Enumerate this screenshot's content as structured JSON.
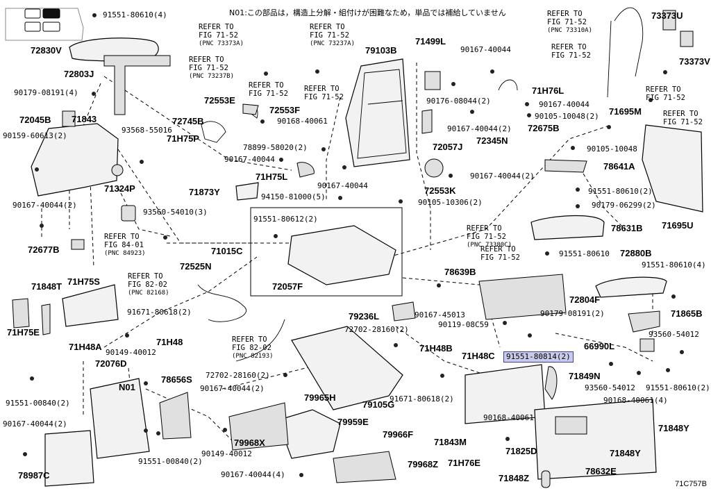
{
  "note": "N01:この部品は，構造上分解・組付けが困難なため，単品では補給していません",
  "figure_code": "71C757B",
  "highlight_color": "#c9cbe8",
  "labels": [
    {
      "id": "a91551-80610-4-top",
      "text": "91551-80610(4)"
    },
    {
      "id": "a72830V",
      "text": "72830V",
      "big": true
    },
    {
      "id": "a72803J",
      "text": "72803J",
      "big": true
    },
    {
      "id": "a90179-08191-4",
      "text": "90179-08191(4)"
    },
    {
      "id": "a72045B",
      "text": "72045B",
      "big": true
    },
    {
      "id": "a71843",
      "text": "71843",
      "big": true
    },
    {
      "id": "a90159-60613-2",
      "text": "90159-60613(2)"
    },
    {
      "id": "a93568-55016",
      "text": "93568-55016"
    },
    {
      "id": "a71324P",
      "text": "71324P",
      "big": true
    },
    {
      "id": "a90167-40044-2-left",
      "text": "90167-40044(2)"
    },
    {
      "id": "a93560-54010-3",
      "text": "93560-54010(3)"
    },
    {
      "id": "a72677B",
      "text": "72677B",
      "big": true
    },
    {
      "id": "a71848T",
      "text": "71848T",
      "big": true
    },
    {
      "id": "a71H75S",
      "text": "71H75S",
      "big": true
    },
    {
      "id": "a71H75E",
      "text": "71H75E",
      "big": true
    },
    {
      "id": "a91671-80618-2-left",
      "text": "91671-80618(2)"
    },
    {
      "id": "a71H48A",
      "text": "71H48A",
      "big": true
    },
    {
      "id": "a71H48-left",
      "text": "71H48",
      "big": true
    },
    {
      "id": "a90149-40012-top",
      "text": "90149-40012"
    },
    {
      "id": "a72076D",
      "text": "72076D",
      "big": true
    },
    {
      "id": "a91551-00840-2-left",
      "text": "91551-00840(2)"
    },
    {
      "id": "a90167-40044-2-bl",
      "text": "90167-40044(2)"
    },
    {
      "id": "a78987C",
      "text": "78987C",
      "big": true
    },
    {
      "id": "aN01",
      "text": "N01",
      "big": true
    },
    {
      "id": "a78656S",
      "text": "78656S",
      "big": true
    },
    {
      "id": "a90167-40044-2-mid",
      "text": "90167-40044(2)"
    },
    {
      "id": "a91551-00840-2-bot",
      "text": "91551-00840(2)"
    },
    {
      "id": "a90149-40012-bot",
      "text": "90149-40012"
    },
    {
      "id": "a79968X",
      "text": "79968X",
      "big": true
    },
    {
      "id": "a72702-28160-2-left",
      "text": "72702-28160(2)"
    },
    {
      "id": "a79965H",
      "text": "79965H",
      "big": true
    },
    {
      "id": "a79959E",
      "text": "79959E",
      "big": true
    },
    {
      "id": "a90167-40044-4",
      "text": "90167-40044(4)"
    },
    {
      "id": "a79966F",
      "text": "79966F",
      "big": true
    },
    {
      "id": "a79968Z",
      "text": "79968Z",
      "big": true
    },
    {
      "id": "a72553E",
      "text": "72553E",
      "big": true
    },
    {
      "id": "a72553F",
      "text": "72553F",
      "big": true
    },
    {
      "id": "a90168-40061",
      "text": "90168-40061"
    },
    {
      "id": "a72745B",
      "text": "72745B",
      "big": true
    },
    {
      "id": "a71H75P",
      "text": "71H75P",
      "big": true
    },
    {
      "id": "a78899-58020-2",
      "text": "78899-58020(2)"
    },
    {
      "id": "a90167-40044-c1",
      "text": "90167-40044"
    },
    {
      "id": "a71H75L",
      "text": "71H75L",
      "big": true
    },
    {
      "id": "a90167-40044-c2",
      "text": "90167-40044"
    },
    {
      "id": "a71873Y",
      "text": "71873Y",
      "big": true
    },
    {
      "id": "a94150-81000-5",
      "text": "94150-81000(5)"
    },
    {
      "id": "a91551-80612-2",
      "text": "91551-80612(2)"
    },
    {
      "id": "a71015C",
      "text": "71015C",
      "big": true
    },
    {
      "id": "a72525N",
      "text": "72525N",
      "big": true
    },
    {
      "id": "a72057F",
      "text": "72057F",
      "big": true
    },
    {
      "id": "a79103B",
      "text": "79103B",
      "big": true
    },
    {
      "id": "a71499L",
      "text": "71499L",
      "big": true
    },
    {
      "id": "a90167-40044-r1",
      "text": "90167-40044"
    },
    {
      "id": "a90176-08044-2",
      "text": "90176-08044(2)"
    },
    {
      "id": "a71H76L",
      "text": "71H76L",
      "big": true
    },
    {
      "id": "a90167-40044-r2",
      "text": "90167-40044"
    },
    {
      "id": "a90167-40044-2-r",
      "text": "90167-40044(2)"
    },
    {
      "id": "a72057J",
      "text": "72057J",
      "big": true
    },
    {
      "id": "a72345N",
      "text": "72345N",
      "big": true
    },
    {
      "id": "a72553K",
      "text": "72553K",
      "big": true
    },
    {
      "id": "a90167-40044-2-r2",
      "text": "90167-40044(2)"
    },
    {
      "id": "a90105-10306-2",
      "text": "90105-10306(2)"
    },
    {
      "id": "a90105-10048-2",
      "text": "90105-10048(2)"
    },
    {
      "id": "a71695M",
      "text": "71695M",
      "big": true
    },
    {
      "id": "a72675B",
      "text": "72675B",
      "big": true
    },
    {
      "id": "a90105-10048",
      "text": "90105-10048"
    },
    {
      "id": "a78641A",
      "text": "78641A",
      "big": true
    },
    {
      "id": "a91551-80610-2-r",
      "text": "91551-80610(2)"
    },
    {
      "id": "a90179-06299-2",
      "text": "90179-06299(2)"
    },
    {
      "id": "a71695U",
      "text": "71695U",
      "big": true
    },
    {
      "id": "a78631B",
      "text": "78631B",
      "big": true
    },
    {
      "id": "a91551-80610-r",
      "text": "91551-80610"
    },
    {
      "id": "a72880B",
      "text": "72880B",
      "big": true
    },
    {
      "id": "a91551-80610-4-r",
      "text": "91551-80610(4)"
    },
    {
      "id": "a73373U-1",
      "text": "73373U",
      "big": true
    },
    {
      "id": "a73373V",
      "text": "73373V",
      "big": true
    },
    {
      "id": "a78639B",
      "text": "78639B",
      "big": true
    },
    {
      "id": "a72804F",
      "text": "72804F",
      "big": true
    },
    {
      "id": "a71865B",
      "text": "71865B",
      "big": true
    },
    {
      "id": "a90167-45013",
      "text": "90167-45013"
    },
    {
      "id": "a90119-08C59",
      "text": "90119-08C59"
    },
    {
      "id": "a90179-08191-2",
      "text": "90179-08191(2)"
    },
    {
      "id": "a79236L",
      "text": "79236L",
      "big": true
    },
    {
      "id": "a72702-28160-2-mid",
      "text": "72702-28160(2)"
    },
    {
      "id": "a71H48B",
      "text": "71H48B",
      "big": true
    },
    {
      "id": "a71H48C",
      "text": "71H48C",
      "big": true
    },
    {
      "id": "a91551-80814-2",
      "text": "91551-80814(2)",
      "highlight": true
    },
    {
      "id": "a66990L",
      "text": "66990L",
      "big": true
    },
    {
      "id": "a93560-54012-r",
      "text": "93560-54012"
    },
    {
      "id": "a71849N",
      "text": "71849N",
      "big": true
    },
    {
      "id": "a93560-54012-b",
      "text": "93560-54012"
    },
    {
      "id": "a91551-80610-2-b",
      "text": "91551-80610(2)"
    },
    {
      "id": "a90168-40061-4",
      "text": "90168-40061(4)"
    },
    {
      "id": "a79105G",
      "text": "79105G",
      "big": true
    },
    {
      "id": "a91671-80618-2-b",
      "text": "91671-80618(2)"
    },
    {
      "id": "a90168-40061-b",
      "text": "90168-40061"
    },
    {
      "id": "a71843M",
      "text": "71843M",
      "big": true
    },
    {
      "id": "a71H76E",
      "text": "71H76E",
      "big": true
    },
    {
      "id": "a71825D",
      "text": "71825D",
      "big": true
    },
    {
      "id": "a71848Y-1",
      "text": "71848Y",
      "big": true
    },
    {
      "id": "a71848Y-2",
      "text": "71848Y",
      "big": true
    },
    {
      "id": "a78632E",
      "text": "78632E",
      "big": true
    },
    {
      "id": "a71848Z",
      "text": "71848Z",
      "big": true
    }
  ],
  "refers": [
    {
      "id": "r1",
      "lines": [
        "REFER TO",
        "FIG 71-52"
      ],
      "pnc": "(PNC 73373A)"
    },
    {
      "id": "r2",
      "lines": [
        "REFER TO",
        "FIG 71-52"
      ],
      "pnc": "(PNC 73237A)"
    },
    {
      "id": "r3",
      "lines": [
        "REFER TO",
        "FIG 71-52"
      ],
      "pnc": "(PNC 73237B)"
    },
    {
      "id": "r4",
      "lines": [
        "REFER TO",
        "FIG 71-52"
      ],
      "pnc": ""
    },
    {
      "id": "r5",
      "lines": [
        "REFER TO",
        "FIG 71-52"
      ],
      "pnc": ""
    },
    {
      "id": "r6",
      "lines": [
        "REFER TO",
        "FIG 84-01"
      ],
      "pnc": "(PNC 84923)"
    },
    {
      "id": "r7",
      "lines": [
        "REFER TO",
        "FIG 82-02"
      ],
      "pnc": "(PNC 82168)"
    },
    {
      "id": "r8",
      "lines": [
        "REFER TO",
        "FIG 82-02"
      ],
      "pnc": "(PNC 82193)"
    },
    {
      "id": "r9",
      "lines": [
        "REFER TO",
        "FIG 71-52"
      ],
      "pnc": "(PNC 73310A)"
    },
    {
      "id": "r10",
      "lines": [
        "REFER TO",
        "FIG 71-52"
      ],
      "pnc": ""
    },
    {
      "id": "r11",
      "lines": [
        "REFER TO",
        "FIG 71-52"
      ],
      "pnc": ""
    },
    {
      "id": "r12",
      "lines": [
        "REFER TO",
        "FIG 71-52"
      ],
      "pnc": ""
    },
    {
      "id": "r13",
      "lines": [
        "REFER TO",
        "FIG 71-52"
      ],
      "pnc": "(PNC 73380C)"
    },
    {
      "id": "r14",
      "lines": [
        "REFER TO",
        "FIG 71-52"
      ],
      "pnc": ""
    }
  ]
}
